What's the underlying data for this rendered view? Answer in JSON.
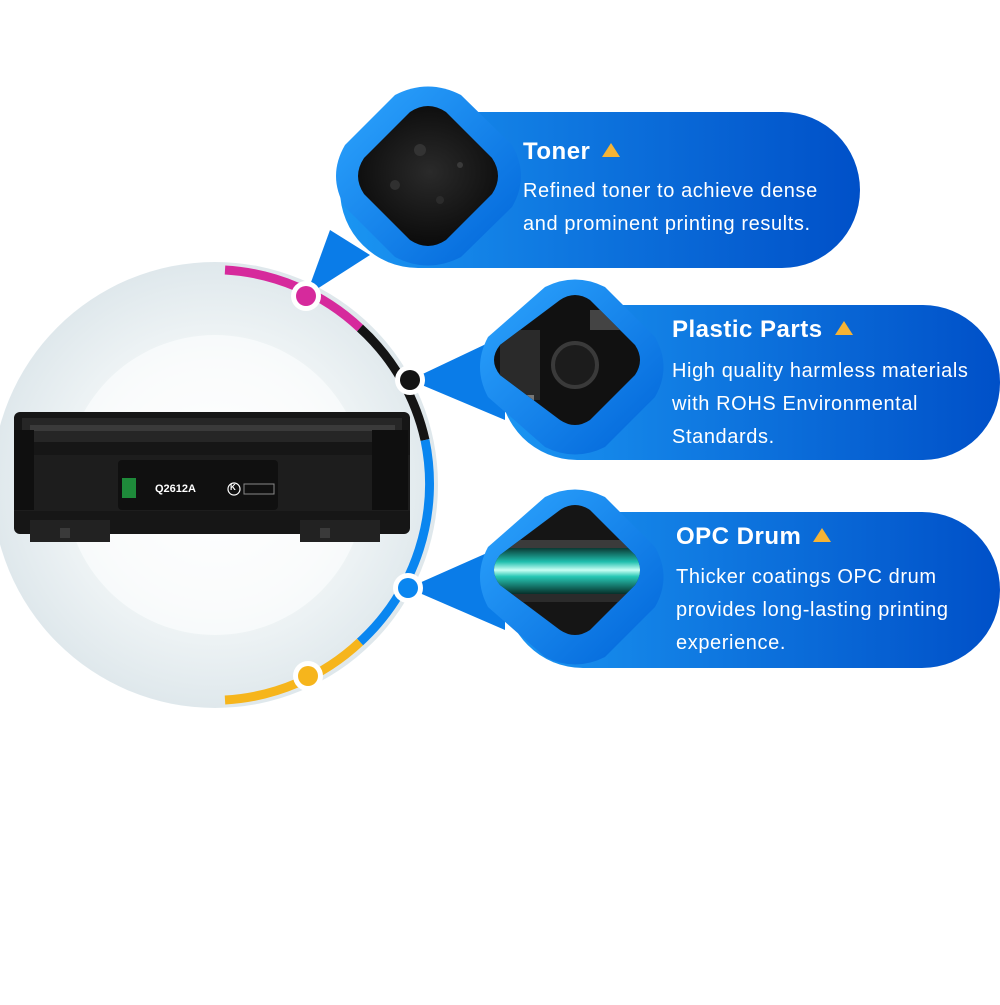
{
  "product": {
    "model_label": "Q2612A",
    "color_code": "K"
  },
  "features": [
    {
      "title": "Toner",
      "lines": [
        "Refined toner to achieve dense",
        "and prominent printing results."
      ],
      "icon": "toner-powder-icon"
    },
    {
      "title": "Plastic Parts",
      "lines": [
        "High quality harmless materials",
        "with ROHS Environmental",
        "Standards."
      ],
      "icon": "plastic-parts-icon"
    },
    {
      "title": "OPC Drum",
      "lines": [
        "Thicker coatings OPC drum",
        "provides long-lasting printing",
        "experience."
      ],
      "icon": "opc-drum-icon"
    }
  ],
  "colors": {
    "panel_blue": "#0a7ce8",
    "panel_dark_blue": "#0050c8",
    "magenta": "#d62a9c",
    "black": "#141414",
    "blue_dot": "#0a86f0",
    "yellow": "#f6b51c",
    "triangle": "#f5b335"
  }
}
